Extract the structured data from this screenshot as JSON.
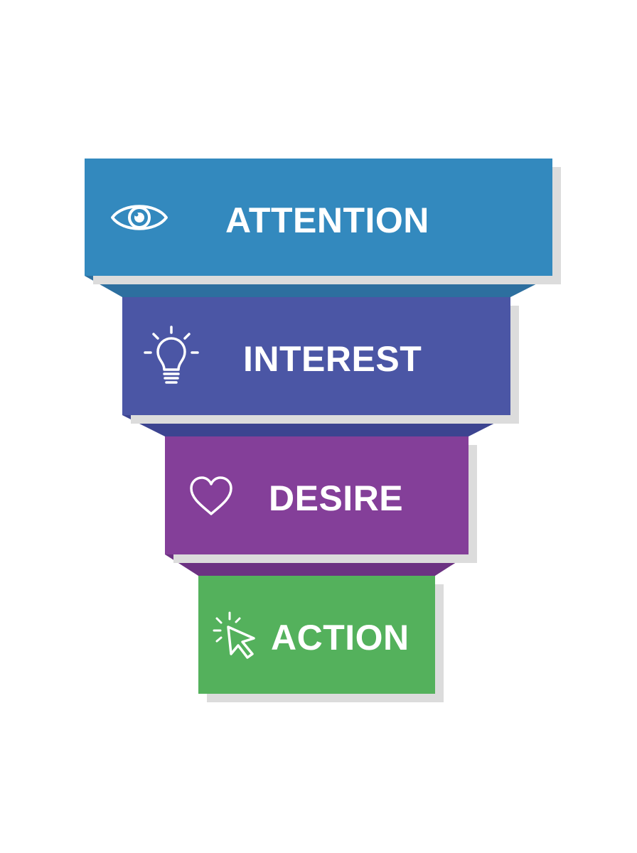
{
  "diagram": {
    "stages": [
      {
        "label": "ATTENTION",
        "icon": "eye-icon",
        "color": "#3389be",
        "connector_color": "#2d6f9f"
      },
      {
        "label": "INTEREST",
        "icon": "lightbulb-icon",
        "color": "#4b56a5",
        "connector_color": "#3c4490"
      },
      {
        "label": "DESIRE",
        "icon": "heart-icon",
        "color": "#843f99",
        "connector_color": "#6c3282"
      },
      {
        "label": "ACTION",
        "icon": "cursor-click-icon",
        "color": "#54b15c",
        "connector_color": "#54b15c"
      }
    ]
  }
}
